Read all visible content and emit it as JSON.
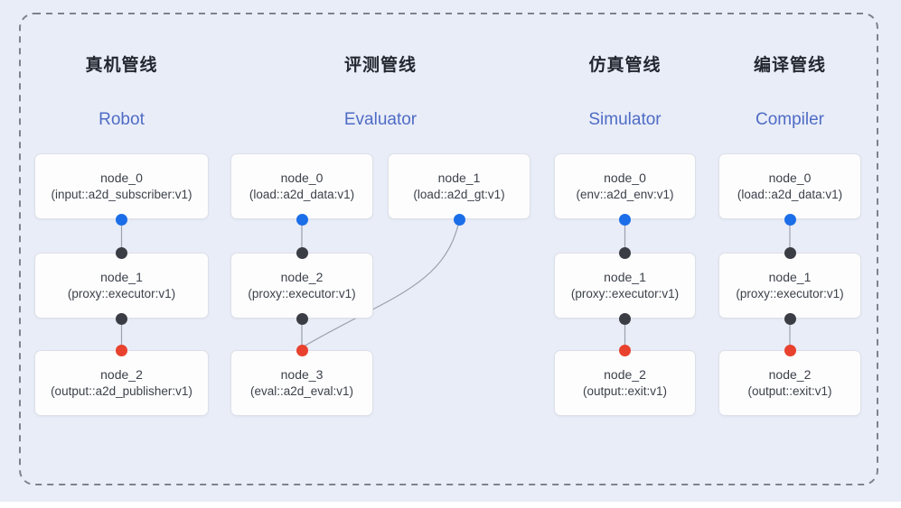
{
  "colors": {
    "canvas_bg": "#e9edf8",
    "dashed_border": "#7d838d",
    "edge_line": "#9aa1ae",
    "blue_port_dot": "#1c6ee8",
    "dark_port_dot": "#3a3e44",
    "red_port_dot": "#e8422e",
    "title_cn": "#23272f",
    "title_en": "#4f6cc5",
    "node_bg": "#fdfdfe",
    "node_border": "#dde0e7",
    "node_text": "#3c4149"
  },
  "pipelines": [
    {
      "title_cn": "真机管线",
      "title_en": "Robot",
      "nodes": [
        {
          "name": "node_0",
          "impl": "(input::a2d_subscriber:v1)"
        },
        {
          "name": "node_1",
          "impl": "(proxy::executor:v1)"
        },
        {
          "name": "node_2",
          "impl": "(output::a2d_publisher:v1)"
        }
      ]
    },
    {
      "title_cn": "评测管线",
      "title_en": "Evaluator",
      "nodes": [
        {
          "name": "node_0",
          "impl": "(load::a2d_data:v1)"
        },
        {
          "name": "node_1",
          "impl": "(load::a2d_gt:v1)"
        },
        {
          "name": "node_2",
          "impl": "(proxy::executor:v1)"
        },
        {
          "name": "node_3",
          "impl": "(eval::a2d_eval:v1)"
        }
      ]
    },
    {
      "title_cn": "仿真管线",
      "title_en": "Simulator",
      "nodes": [
        {
          "name": "node_0",
          "impl": "(env::a2d_env:v1)"
        },
        {
          "name": "node_1",
          "impl": "(proxy::executor:v1)"
        },
        {
          "name": "node_2",
          "impl": "(output::exit:v1)"
        }
      ]
    },
    {
      "title_cn": "编译管线",
      "title_en": "Compiler",
      "nodes": [
        {
          "name": "node_0",
          "impl": "(load::a2d_data:v1)"
        },
        {
          "name": "node_1",
          "impl": "(proxy::executor:v1)"
        },
        {
          "name": "node_2",
          "impl": "(output::exit:v1)"
        }
      ]
    }
  ]
}
